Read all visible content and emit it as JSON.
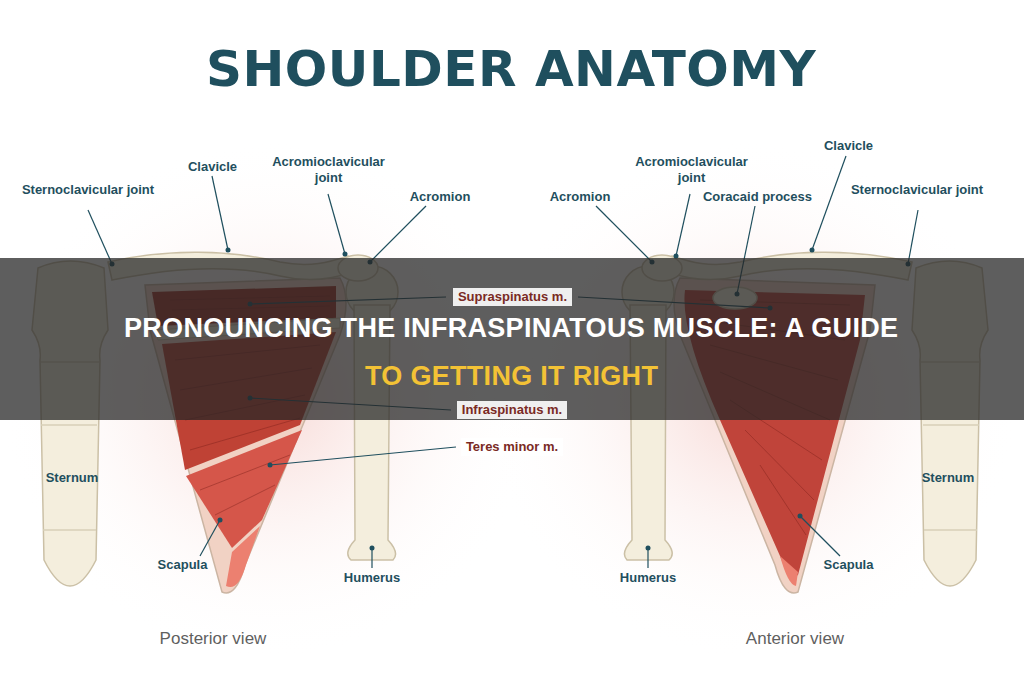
{
  "diagram": {
    "title": "SHOULDER ANATOMY",
    "nodes": [
      {
        "text": [
          "PRONOUNCING THE INFRASPINATOUS MUSCLE: A GUIDE",
          "TO GETTING IT RIGHT"
        ]
      }
    ],
    "labels": [
      "Sternoclavicular joint",
      "Clavicle",
      "Acromioclavicular joint",
      "Acromion",
      "Acromioclavicular joint",
      "Clavicle",
      "Acromion",
      "Coracaid process",
      "Sternoclavicular joint",
      "Supraspinatus m.",
      "Infraspinatus m.",
      "Teres minor m.",
      "Sternum",
      "Sternum",
      "Scapula",
      "Humerus",
      "Humerus",
      "Scapula",
      "Posterior view",
      "Anterior view"
    ]
  }
}
